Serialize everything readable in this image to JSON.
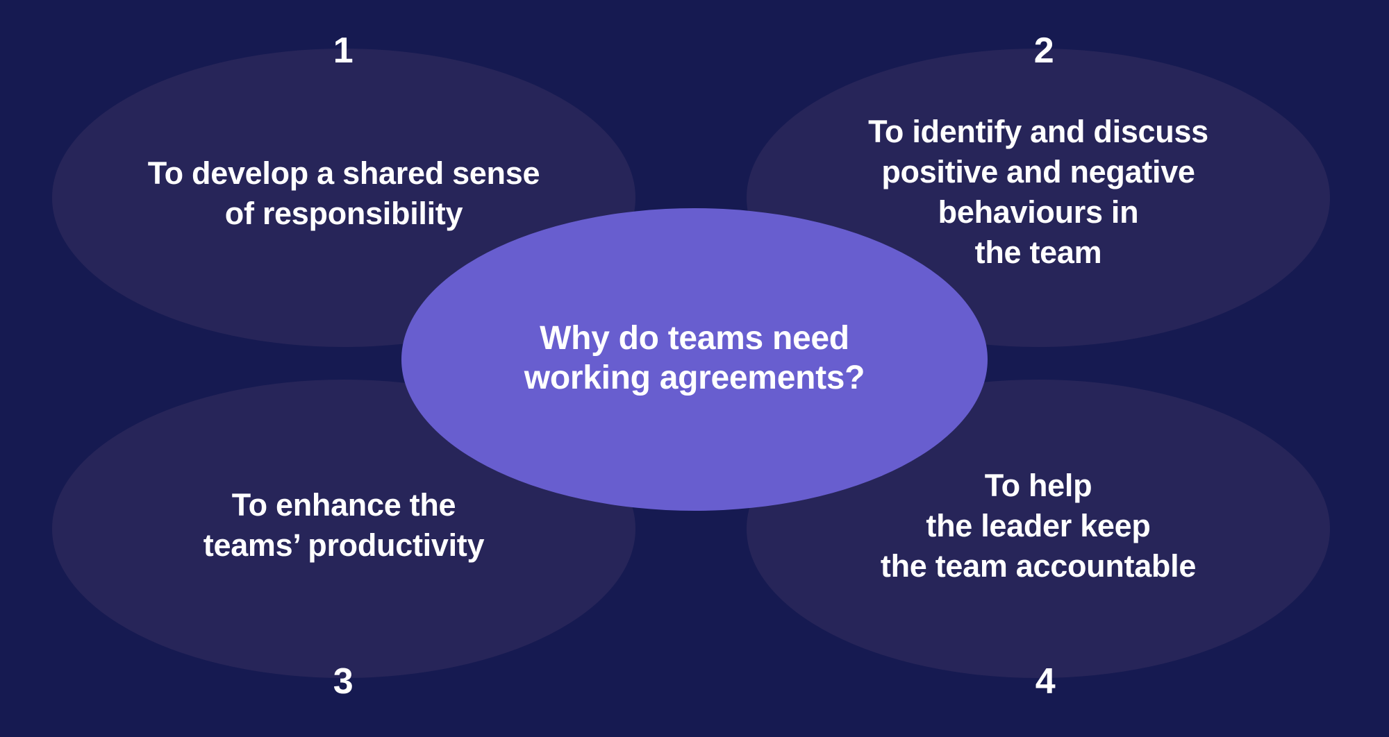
{
  "diagram": {
    "center": {
      "question": "Why do teams need\nworking agreements?"
    },
    "items": [
      {
        "number": "1",
        "label": "To develop a shared sense\nof responsibility"
      },
      {
        "number": "2",
        "label": "To identify and discuss\npositive and negative\nbehaviours in\nthe team"
      },
      {
        "number": "3",
        "label": "To enhance the\nteams’ productivity"
      },
      {
        "number": "4",
        "label": "To help\nthe leader keep\nthe team accountable"
      }
    ],
    "colors": {
      "background": "#161a51",
      "bubble": "#272559",
      "center_bubble": "#685ecf",
      "text": "#ffffff"
    }
  }
}
